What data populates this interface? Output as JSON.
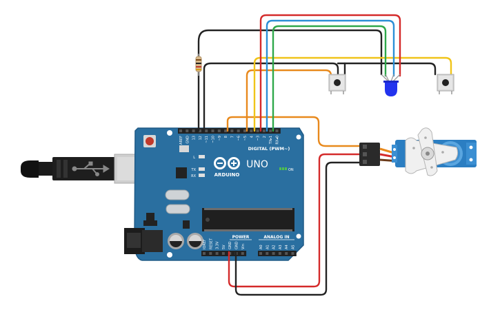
{
  "board": {
    "logo_brand": "ARDUINO",
    "logo_model": "UNO",
    "header_digital": "DIGITAL (PWM~)",
    "header_power": "POWER",
    "header_analog": "ANALOG IN",
    "led_l": "L",
    "led_tx": "TX",
    "led_rx": "RX",
    "led_on": "ON",
    "digital_pins": [
      "AREF",
      "GND",
      "13",
      "12",
      "~11",
      "~10",
      "~9",
      "8",
      "7",
      "~6",
      "~5",
      "4",
      "~3",
      "2",
      "TX▸1",
      "RX◂0"
    ],
    "power_pins": [
      "IOREF",
      "RESET",
      "3.3V",
      "5V",
      "GND",
      "GND",
      "Vin"
    ],
    "analog_pins": [
      "A0",
      "A1",
      "A2",
      "A3",
      "A4",
      "A5"
    ]
  },
  "colors": {
    "board_blue": "#2a6fa0",
    "wire_black": "#222222",
    "wire_red": "#d42a2a",
    "wire_blue": "#2b8fd6",
    "wire_green": "#2ea84a",
    "wire_yellow": "#f0c419",
    "wire_orange": "#e8891c",
    "servo_blue": "#2b7ec2",
    "led_blue": "#2233ee"
  },
  "components": {
    "usb": "usb-connector",
    "power_jack": "dc-barrel-jack",
    "resistor": "resistor",
    "buttons": 2,
    "rgb_led": "rgb-led",
    "servo": "servo-motor"
  }
}
